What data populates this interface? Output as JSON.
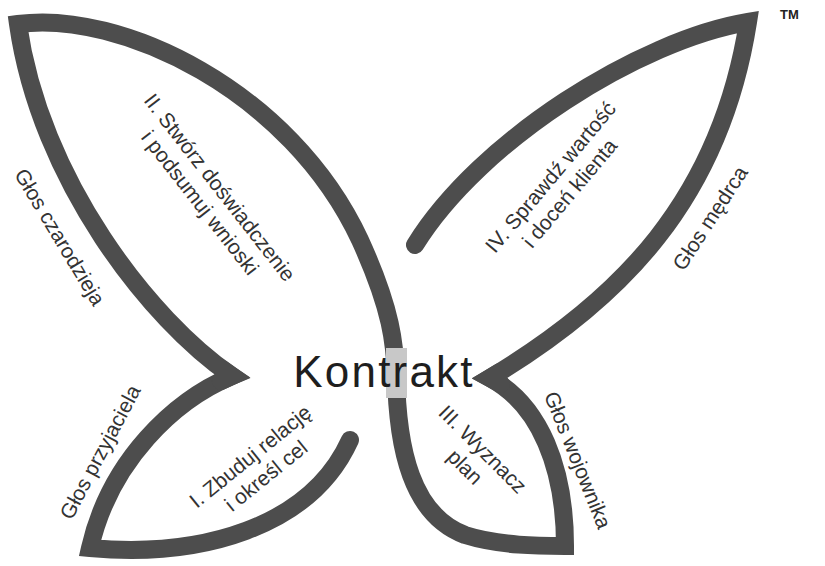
{
  "diagram": {
    "nodes": [
      {
        "text": [
          "I. Zbuduj relację i określ cel",
          "Głos przyjaciela"
        ]
      },
      {
        "text": [
          "II. Stwórz doświadczenie i podsumuj wnioski",
          "Głos czarodzieja"
        ]
      },
      {
        "text": [
          "III. Wyznacz plan",
          "Głos wojownika"
        ]
      },
      {
        "text": [
          "IV. Sprawdź wartość i doceń klienta",
          "Głos mędrca"
        ]
      }
    ],
    "labels": [
      "Kontrakt",
      "TM"
    ]
  }
}
